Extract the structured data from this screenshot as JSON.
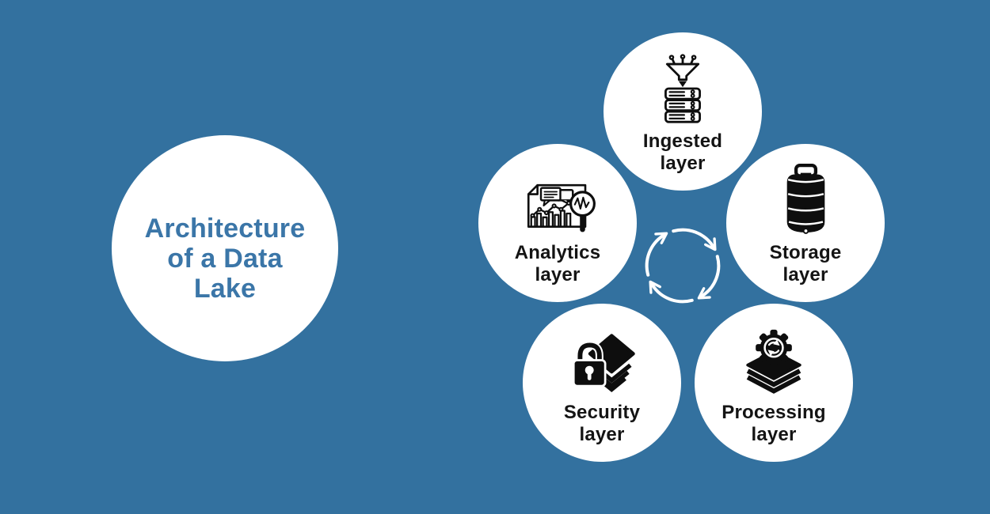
{
  "colors": {
    "background": "#33719F",
    "title_text": "#3B76A8",
    "circle_fill": "#FFFFFF",
    "label_text": "#141414",
    "icon_ink": "#0E0E0E",
    "cycle_arrows": "#FFFFFF"
  },
  "title": {
    "full": "Architecture of a Data Lake",
    "line1": "Architecture",
    "line2": "of a Data",
    "line3": "Lake"
  },
  "nodes": [
    {
      "id": "ingested",
      "line1": "Ingested",
      "line2": "layer",
      "icon": "funnel-server-icon"
    },
    {
      "id": "storage",
      "line1": "Storage",
      "line2": "layer",
      "icon": "storage-tank-icon"
    },
    {
      "id": "analytics",
      "line1": "Analytics",
      "line2": "layer",
      "icon": "analytics-report-magnifier-icon"
    },
    {
      "id": "security",
      "line1": "Security",
      "line2": "layer",
      "icon": "lock-layers-icon"
    },
    {
      "id": "processing",
      "line1": "Processing",
      "line2": "layer",
      "icon": "gear-layers-icon"
    }
  ],
  "center": {
    "icon": "cycle-arrows-icon"
  }
}
